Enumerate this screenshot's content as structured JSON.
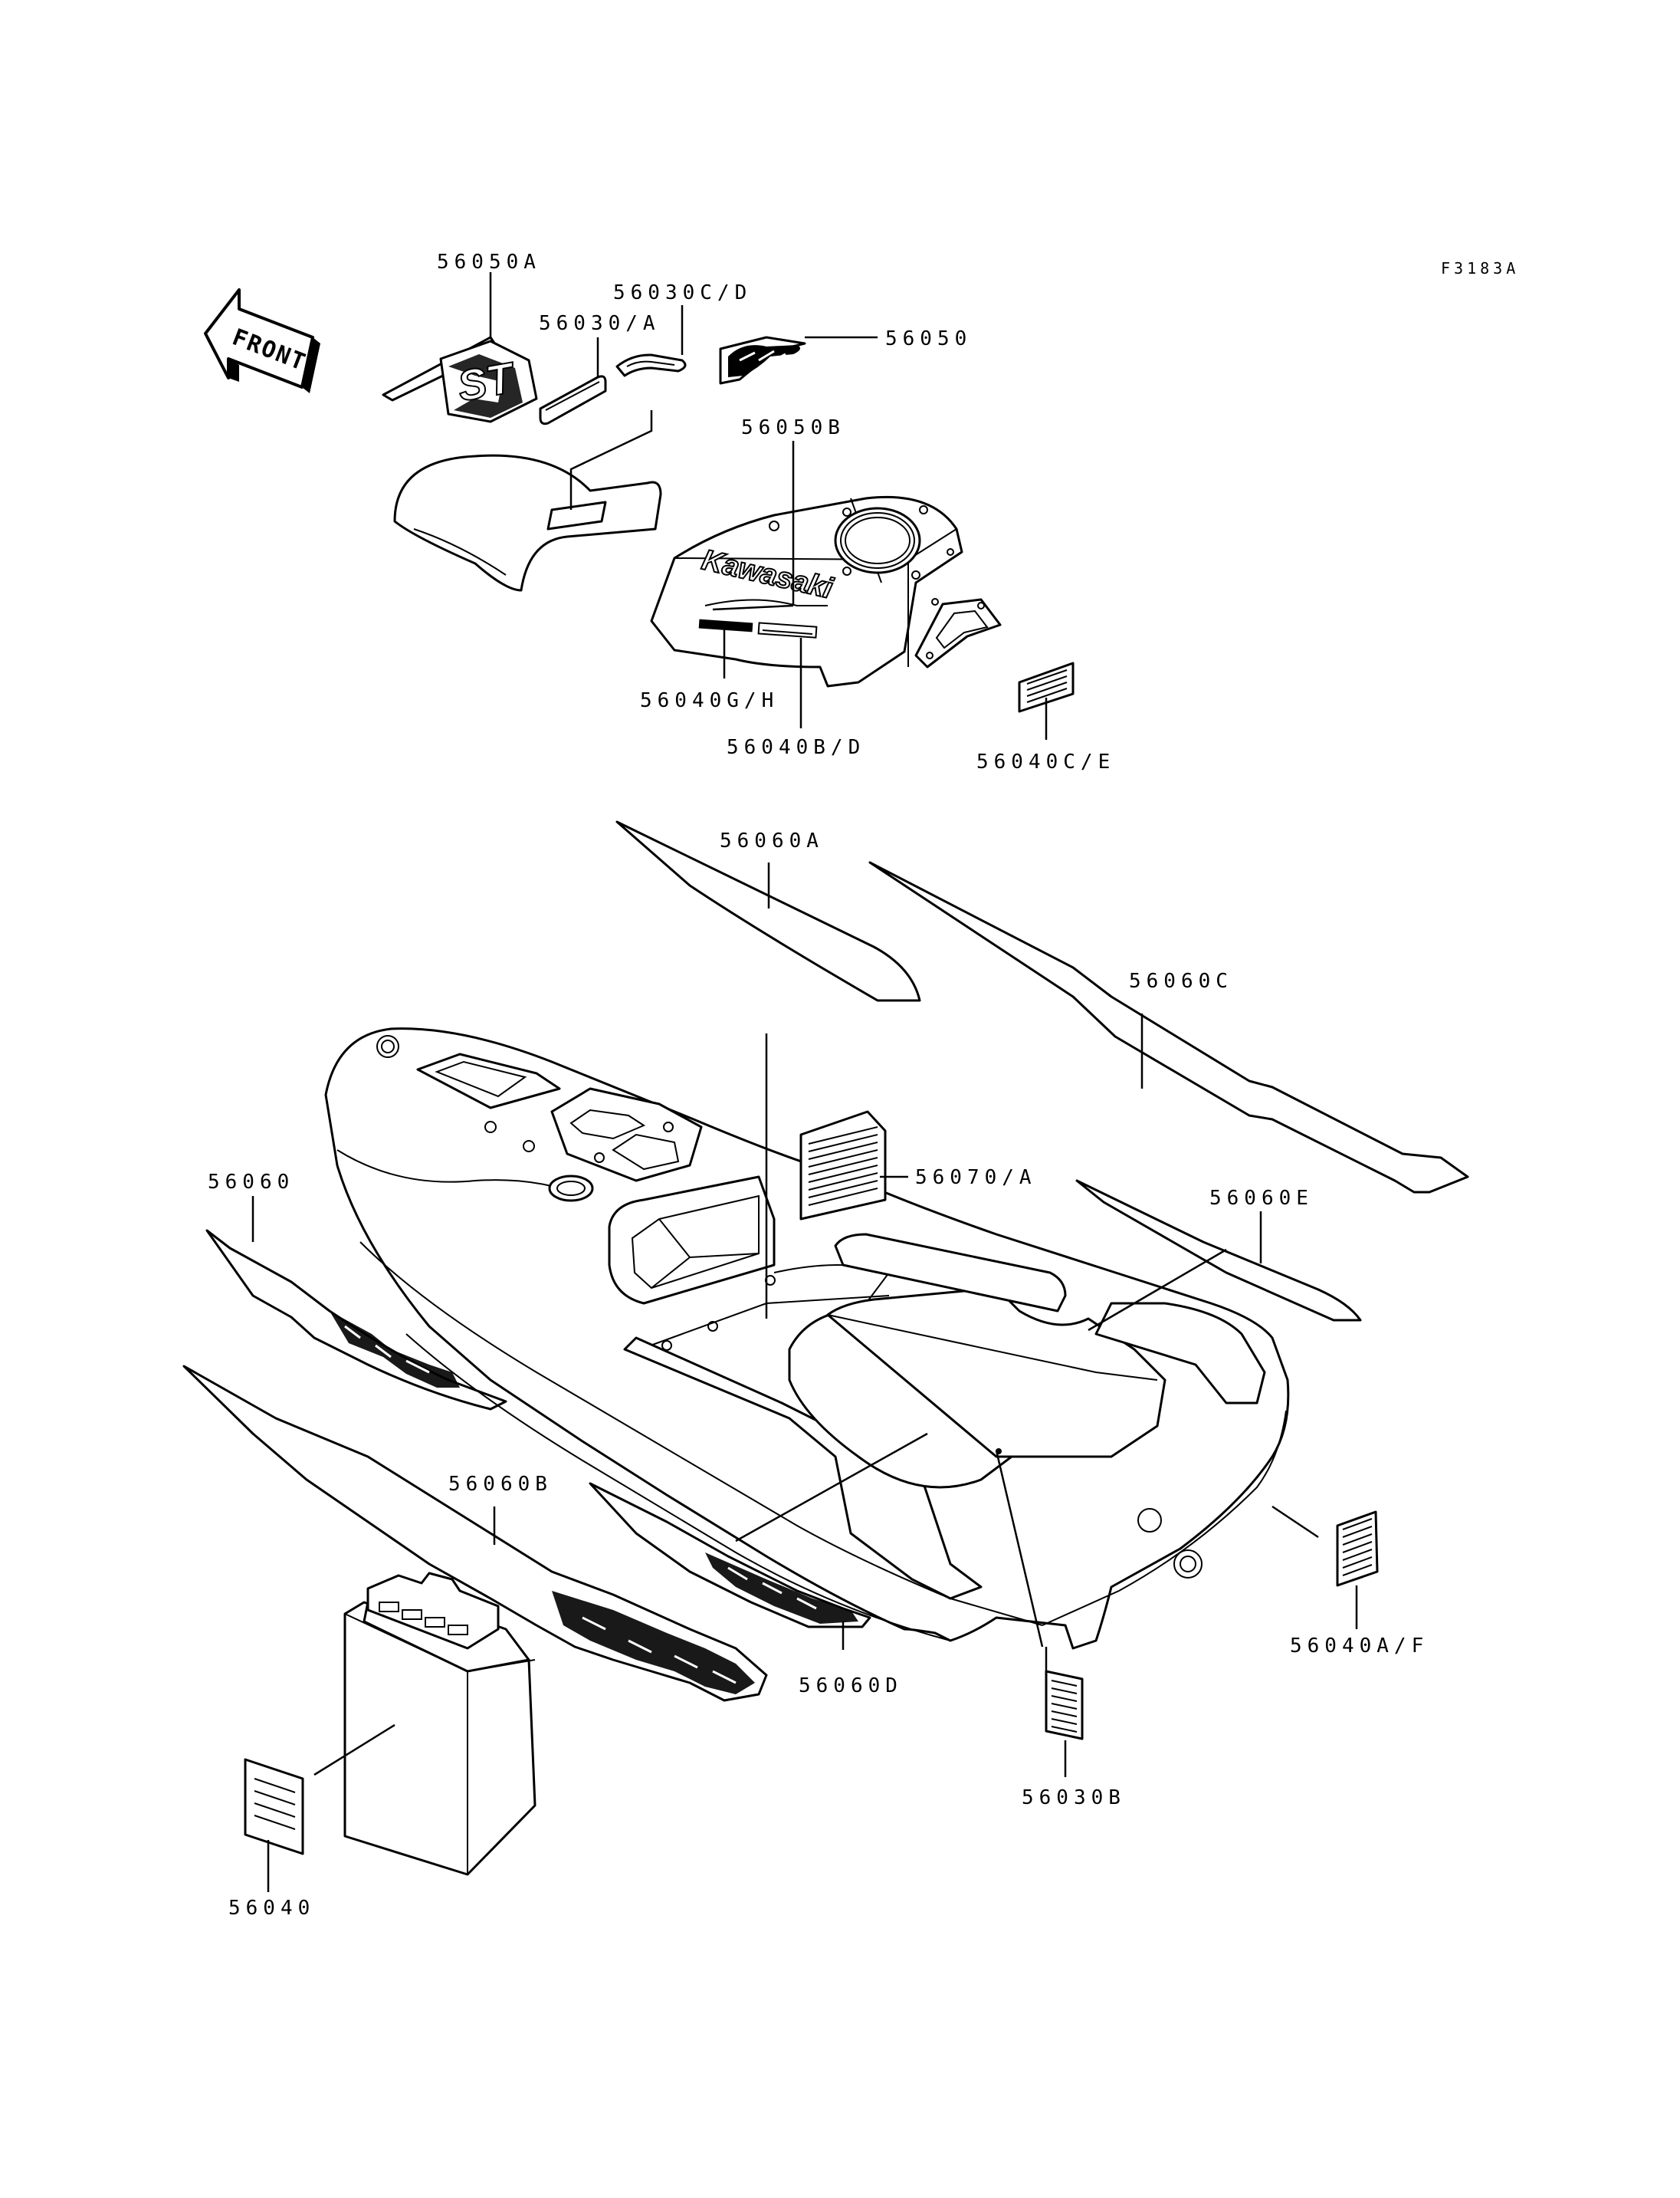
{
  "figure_code": "F3183A",
  "front_arrow_label": "FRONT",
  "decal_texts": {
    "kawasaki": "Kawasaki",
    "st_logo": "ST"
  },
  "callouts": [
    "56050A",
    "56030C/D",
    "56030/A",
    "56050",
    "56050B",
    "56040G/H",
    "56040B/D",
    "56040C/E",
    "56060A",
    "56060C",
    "56070/A",
    "56060",
    "56060E",
    "56060B",
    "56040A/F",
    "56060D",
    "56030B",
    "56040"
  ]
}
